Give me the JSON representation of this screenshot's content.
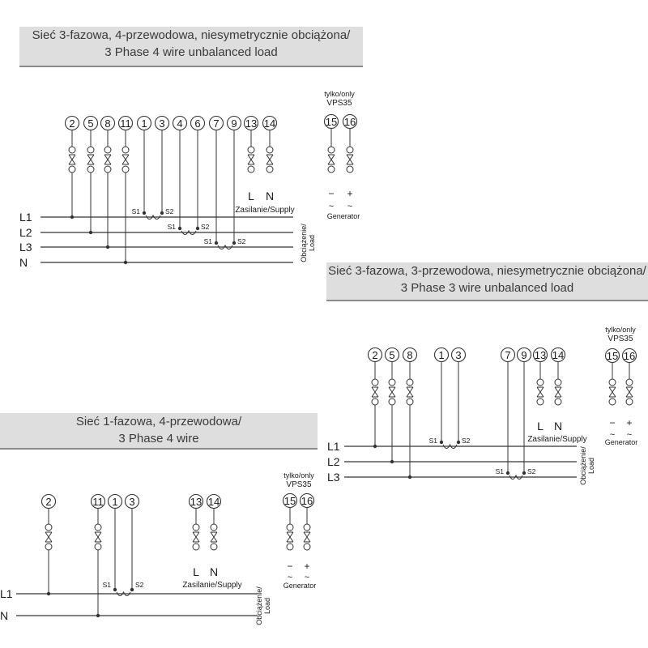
{
  "diagrams": [
    {
      "title_pl": "Sieć 3-fazowa, 4-przewodowa, niesymetrycznie obciążona/",
      "title_en": "3 Phase 4 wire unbalanced load",
      "terminals": [
        "2",
        "5",
        "8",
        "11",
        "1",
        "3",
        "4",
        "6",
        "7",
        "9",
        "13",
        "14"
      ],
      "optional_terminals": [
        "15",
        "16"
      ],
      "optional_label_top": "tylko/only",
      "optional_label_model": "VPS35",
      "lines": [
        "L1",
        "L2",
        "L3",
        "N"
      ],
      "supply_terminals": [
        "L",
        "N"
      ],
      "supply_label": "Zasilanie/Supply",
      "generator_signs": [
        "−",
        "+"
      ],
      "generator_label": "Generator",
      "ct_labels": [
        [
          "S1",
          "S2"
        ],
        [
          "S1",
          "S2"
        ],
        [
          "S1",
          "S2"
        ]
      ],
      "load_label_1": "Obciążenie/",
      "load_label_2": "Load"
    },
    {
      "title_pl": "Sieć 3-fazowa, 3-przewodowa, niesymetrycznie obciążona/",
      "title_en": "3 Phase 3 wire unbalanced load",
      "terminals": [
        "2",
        "5",
        "8",
        "1",
        "3",
        "7",
        "9",
        "13",
        "14"
      ],
      "optional_terminals": [
        "15",
        "16"
      ],
      "optional_label_top": "tylko/only",
      "optional_label_model": "VPS35",
      "lines": [
        "L1",
        "L2",
        "L3"
      ],
      "supply_terminals": [
        "L",
        "N"
      ],
      "supply_label": "Zasilanie/Supply",
      "generator_signs": [
        "−",
        "+"
      ],
      "generator_label": "Generator",
      "ct_labels": [
        [
          "S1",
          "S2"
        ],
        [
          "S1",
          "S2"
        ]
      ],
      "load_label_1": "Obciążenie/",
      "load_label_2": "Load"
    },
    {
      "title_pl": "Sieć 1-fazowa, 4-przewodowa/",
      "title_en": "3 Phase 4 wire",
      "terminals": [
        "2",
        "11",
        "1",
        "3",
        "13",
        "14"
      ],
      "optional_terminals": [
        "15",
        "16"
      ],
      "optional_label_top": "tylko/only",
      "optional_label_model": "VPS35",
      "lines": [
        "L1",
        "N"
      ],
      "supply_terminals": [
        "L",
        "N"
      ],
      "supply_label": "Zasilanie/Supply",
      "generator_signs": [
        "−",
        "+"
      ],
      "generator_label": "Generator",
      "ct_labels": [
        [
          "S1",
          "S2"
        ]
      ],
      "load_label_1": "Obciążenie/",
      "load_label_2": "Load"
    }
  ],
  "colors": {
    "header_bg": "#dedede",
    "header_border": "#8a8a8a",
    "line": "#333333",
    "text": "#1a1a1a"
  }
}
